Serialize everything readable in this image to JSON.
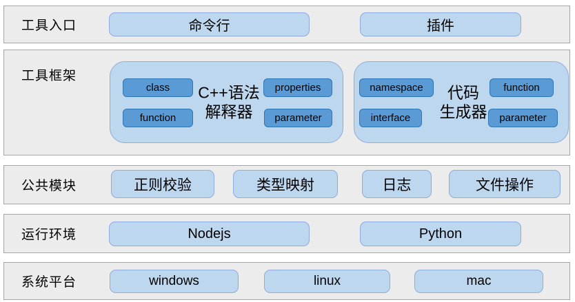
{
  "colors": {
    "band_bg": "#ECECEC",
    "band_border": "#A6A6A6",
    "box_fill": "#BDD7EE",
    "box_border": "#8FAADC",
    "chip_fill": "#5B9BD5",
    "chip_border": "#2E75B6",
    "text": "#000000"
  },
  "rows": [
    {
      "label": "工具入口",
      "boxes": [
        "命令行",
        "插件"
      ]
    },
    {
      "label": "工具框架",
      "groups": [
        {
          "title_line1": "C++语法",
          "title_line2": "解释器",
          "chips_left": [
            "class",
            "function"
          ],
          "chips_right": [
            "properties",
            "parameter"
          ]
        },
        {
          "title_line1": "代码",
          "title_line2": "生成器",
          "chips_left": [
            "namespace",
            "interface"
          ],
          "chips_right": [
            "function",
            "parameter"
          ]
        }
      ]
    },
    {
      "label": "公共模块",
      "boxes": [
        "正则校验",
        "类型映射",
        "日志",
        "文件操作"
      ]
    },
    {
      "label": "运行环境",
      "boxes": [
        "Nodejs",
        "Python"
      ]
    },
    {
      "label": "系统平台",
      "boxes": [
        "windows",
        "linux",
        "mac"
      ]
    }
  ]
}
